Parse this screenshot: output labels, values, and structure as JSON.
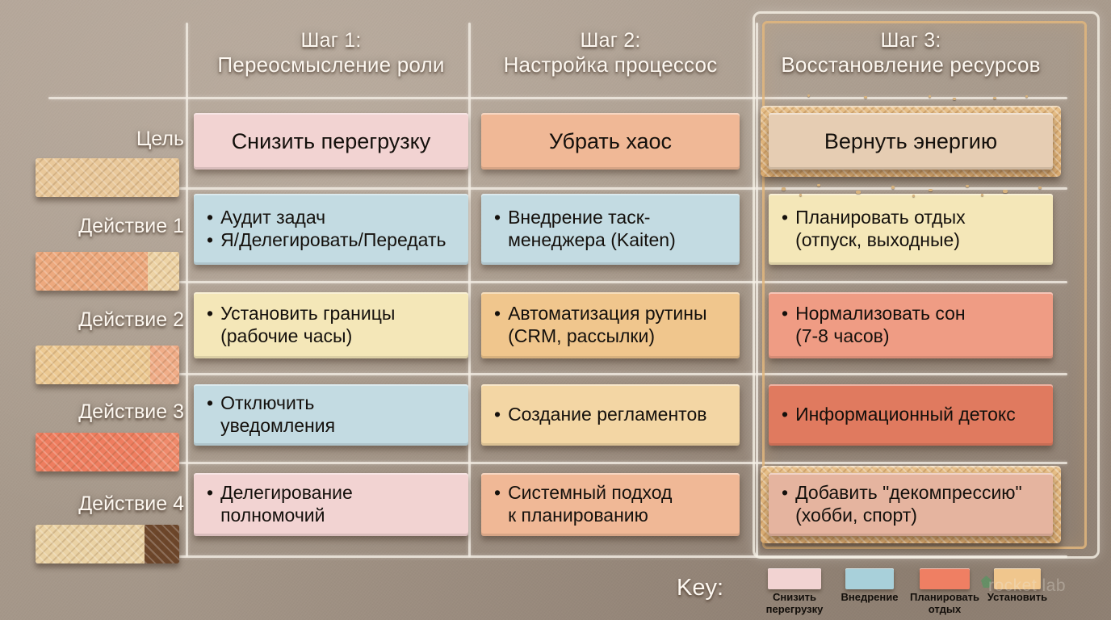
{
  "palette": {
    "background": "#a89a8c",
    "pink": "#f2d3d2",
    "blue": "#c3dbe2",
    "cream": "#f4e7b8",
    "peach": "#f0b896",
    "orange": "#f0c68d",
    "salmon": "#ef9c84",
    "coral": "#e07a5f",
    "tan": "#e0b79c",
    "wafer": "#e9c89a",
    "wafer_light": "#efd7ad",
    "wafer_dark": "#6e4726",
    "rule": "#f2ece3",
    "text_dark": "#14100c",
    "text_light": "#fdf8f1",
    "accent_frame": "#e2b67c"
  },
  "columns": [
    {
      "step": "Шаг 1:",
      "title": "Переосмысление роли",
      "highlighted": false
    },
    {
      "step": "Шаг 2:",
      "title": "Настройка процессос",
      "highlighted": false
    },
    {
      "step": "Шаг 3:",
      "title": "Восстановление ресурсов",
      "highlighted": true
    }
  ],
  "rows": [
    {
      "label": "Цель",
      "wafer": [
        {
          "color": "#e9c89a",
          "pct": 100
        }
      ]
    },
    {
      "label": "Действие 1",
      "wafer": [
        {
          "color": "#eda97e",
          "pct": 78
        },
        {
          "color": "#edd3a5",
          "pct": 22
        }
      ]
    },
    {
      "label": "Действие 2",
      "wafer": [
        {
          "color": "#ecc993",
          "pct": 80
        },
        {
          "color": "#f0ad88",
          "pct": 20
        }
      ]
    },
    {
      "label": "Действие 3",
      "wafer": [
        {
          "color": "#ee7d5f",
          "pct": 80
        },
        {
          "color": "#ef8a6b",
          "pct": 20
        }
      ]
    },
    {
      "label": "Действие 4",
      "wafer": [
        {
          "color": "#ead2a4",
          "pct": 76
        },
        {
          "color": "#6b452a",
          "pct": 24
        }
      ]
    }
  ],
  "cells": {
    "c0r0": {
      "kind": "goal",
      "color": "#f2d3d2",
      "lines": [
        "Снизить перегрузку"
      ],
      "framed": false
    },
    "c0r1": {
      "kind": "list",
      "color": "#c3dbe2",
      "lines": [
        "Аудит задач",
        "Я/Делегировать/Передать"
      ],
      "framed": false
    },
    "c0r2": {
      "kind": "list",
      "color": "#f4e7b8",
      "lines": [
        "Установить границы",
        "(рабочие часы)"
      ],
      "wrap": true,
      "framed": false
    },
    "c0r3": {
      "kind": "list",
      "color": "#c3dbe2",
      "lines": [
        "Отключить",
        "уведомления"
      ],
      "wrap": true,
      "framed": false
    },
    "c0r4": {
      "kind": "list",
      "color": "#f2d3d2",
      "lines": [
        "Делегирование",
        "полномочий"
      ],
      "wrap": true,
      "framed": false
    },
    "c1r0": {
      "kind": "goal",
      "color": "#f0b896",
      "lines": [
        "Убрать хаос"
      ],
      "framed": false
    },
    "c1r1": {
      "kind": "list",
      "color": "#c3dbe2",
      "lines": [
        "Внедрение таск-",
        "менеджера (Kaiten)"
      ],
      "wrap": true,
      "framed": false
    },
    "c1r2": {
      "kind": "list",
      "color": "#f0c68d",
      "lines": [
        "Автоматизация рутины",
        "(CRM, рассылки)"
      ],
      "wrap": true,
      "framed": false
    },
    "c1r3": {
      "kind": "list",
      "color": "#f3d6a4",
      "lines": [
        "Создание регламентов"
      ],
      "framed": false
    },
    "c1r4": {
      "kind": "list",
      "color": "#f0b896",
      "lines": [
        "Системный подход",
        "к планированию"
      ],
      "wrap": true,
      "framed": false
    },
    "c2r0": {
      "kind": "goal",
      "color": "#e6cdb3",
      "lines": [
        "Вернуть энергию"
      ],
      "framed": true
    },
    "c2r1": {
      "kind": "list",
      "color": "#f4e7b8",
      "lines": [
        "Планировать отдых",
        "(отпуск, выходные)"
      ],
      "wrap": true,
      "framed": false
    },
    "c2r2": {
      "kind": "list",
      "color": "#ef9c84",
      "lines": [
        "Нормализовать сон",
        "(7-8 часов)"
      ],
      "wrap": true,
      "framed": false
    },
    "c2r3": {
      "kind": "list",
      "color": "#e07a5f",
      "lines": [
        "Информационный детокс"
      ],
      "framed": false
    },
    "c2r4": {
      "kind": "list",
      "color": "#e5b49f",
      "lines": [
        "Добавить \"декомпрессию\"",
        "(хобби, спорт)"
      ],
      "wrap": true,
      "framed": true
    }
  },
  "bullet": "•",
  "legend": {
    "title": "Key:",
    "items": [
      {
        "color": "#f2d3d2",
        "label": "Снизить\nперегрузку"
      },
      {
        "color": "#a8d0da",
        "label": "Внедрение"
      },
      {
        "color": "#ef7f63",
        "label": "Планировать\nотдых"
      },
      {
        "color": "#f0c68d",
        "label": "Установить"
      }
    ]
  },
  "watermark": {
    "text": "rocket lab"
  }
}
